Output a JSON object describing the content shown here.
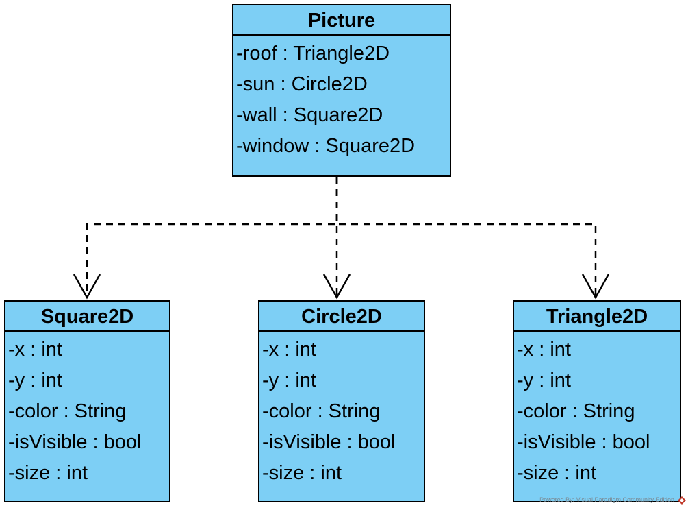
{
  "classes": {
    "picture": {
      "name": "Picture",
      "attributes": [
        "-roof : Triangle2D",
        "-sun : Circle2D",
        "-wall : Square2D",
        "-window : Square2D"
      ]
    },
    "square2d": {
      "name": "Square2D",
      "attributes": [
        "-x : int",
        "-y : int",
        "-color : String",
        "-isVisible : bool",
        "-size : int"
      ]
    },
    "circle2d": {
      "name": "Circle2D",
      "attributes": [
        "-x : int",
        "-y : int",
        "-color : String",
        "-isVisible : bool",
        "-size : int"
      ]
    },
    "triangle2d": {
      "name": "Triangle2D",
      "attributes": [
        "-x : int",
        "-y : int",
        "-color : String",
        "-isVisible : bool",
        "-size : int"
      ]
    }
  },
  "relationships": [
    {
      "type": "dependency",
      "from": "Picture",
      "to": "Square2D"
    },
    {
      "type": "dependency",
      "from": "Picture",
      "to": "Circle2D"
    },
    {
      "type": "dependency",
      "from": "Picture",
      "to": "Triangle2D"
    }
  ],
  "watermark": "Powered By: Visual Paradigm Community Edition",
  "colors": {
    "class_fill": "#7dcff5",
    "border": "#000000",
    "watermark_logo": "#c0392b"
  }
}
